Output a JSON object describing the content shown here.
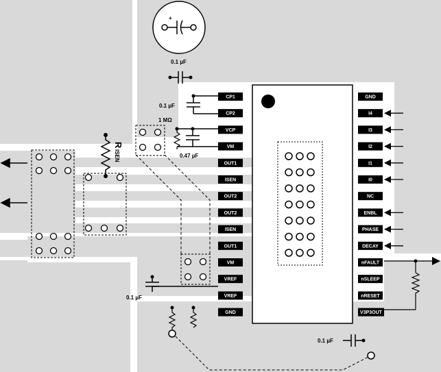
{
  "colors": {
    "copper": "#d9d9d9",
    "background": "#ffffff",
    "pin_label_bg": "#000000",
    "pin_label_text": "#ffffff",
    "line": "#000000"
  },
  "left_pins": [
    "CP1",
    "CP2",
    "VCP",
    "VM",
    "OUT1",
    "ISEN",
    "OUT2",
    "OUT2",
    "ISEN",
    "OUT1",
    "VM",
    "VREF",
    "VREF",
    "GND"
  ],
  "right_pins": [
    "GND",
    "I4",
    "I3",
    "I2",
    "I1",
    "I0",
    "NC",
    "ENBL",
    "PHASE",
    "DECAY",
    "nFAULT",
    "nSLEEP",
    "nRESET",
    "V3P3OUT"
  ],
  "labels": {
    "cap_top": "0.1 µF",
    "cap_cp": "0.1 µF",
    "res_vcp": "1 MΩ",
    "cap_vcp": "0.47 µF",
    "cap_vref": "0.1 µF",
    "cap_v3p3": "0.1 µF",
    "rsen_main": "R",
    "rsen_sub": "ISEN"
  },
  "bulk_cap": {
    "polarity": "+"
  },
  "icons": [
    "arrow-left-icon",
    "arrow-right-icon",
    "resistor-icon",
    "capacitor-icon",
    "polarized-capacitor-icon",
    "thermal-via-icon",
    "exposed-pad-icon"
  ]
}
